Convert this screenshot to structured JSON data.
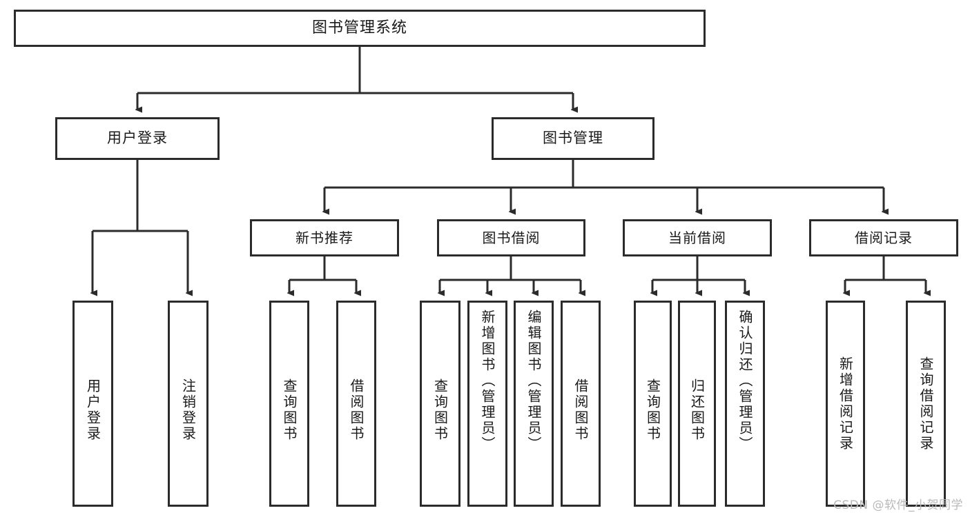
{
  "diagram": {
    "title": "图书管理系统",
    "type": "tree",
    "watermark": "CSDN @软件_小贺同学",
    "colors": {
      "background": "#ffffff",
      "node_border": "#2b2b2b",
      "node_fill": "#ffffff",
      "connector": "#2b2b2b",
      "watermark": "#b9b9b9"
    },
    "root": {
      "label": "图书管理系统"
    },
    "level2": [
      {
        "label": "用户登录"
      },
      {
        "label": "图书管理"
      }
    ],
    "level3": [
      {
        "label": "新书推荐"
      },
      {
        "label": "图书借阅"
      },
      {
        "label": "当前借阅"
      },
      {
        "label": "借阅记录"
      }
    ],
    "leaves": {
      "user_login": [
        {
          "label": "用户登录"
        },
        {
          "label": "注销登录"
        }
      ],
      "new_book_recommend": [
        {
          "label": "查询图书"
        },
        {
          "label": "借阅图书"
        }
      ],
      "book_borrow": [
        {
          "label": "查询图书"
        },
        {
          "label": "新增图书（管理员）"
        },
        {
          "label": "编辑图书（管理员）"
        },
        {
          "label": "借阅图书"
        }
      ],
      "current_borrow": [
        {
          "label": "查询图书"
        },
        {
          "label": "归还图书"
        },
        {
          "label": "确认归还（管理员）"
        }
      ],
      "borrow_record": [
        {
          "label": "新增借阅记录"
        },
        {
          "label": "查询借阅记录"
        }
      ]
    }
  }
}
